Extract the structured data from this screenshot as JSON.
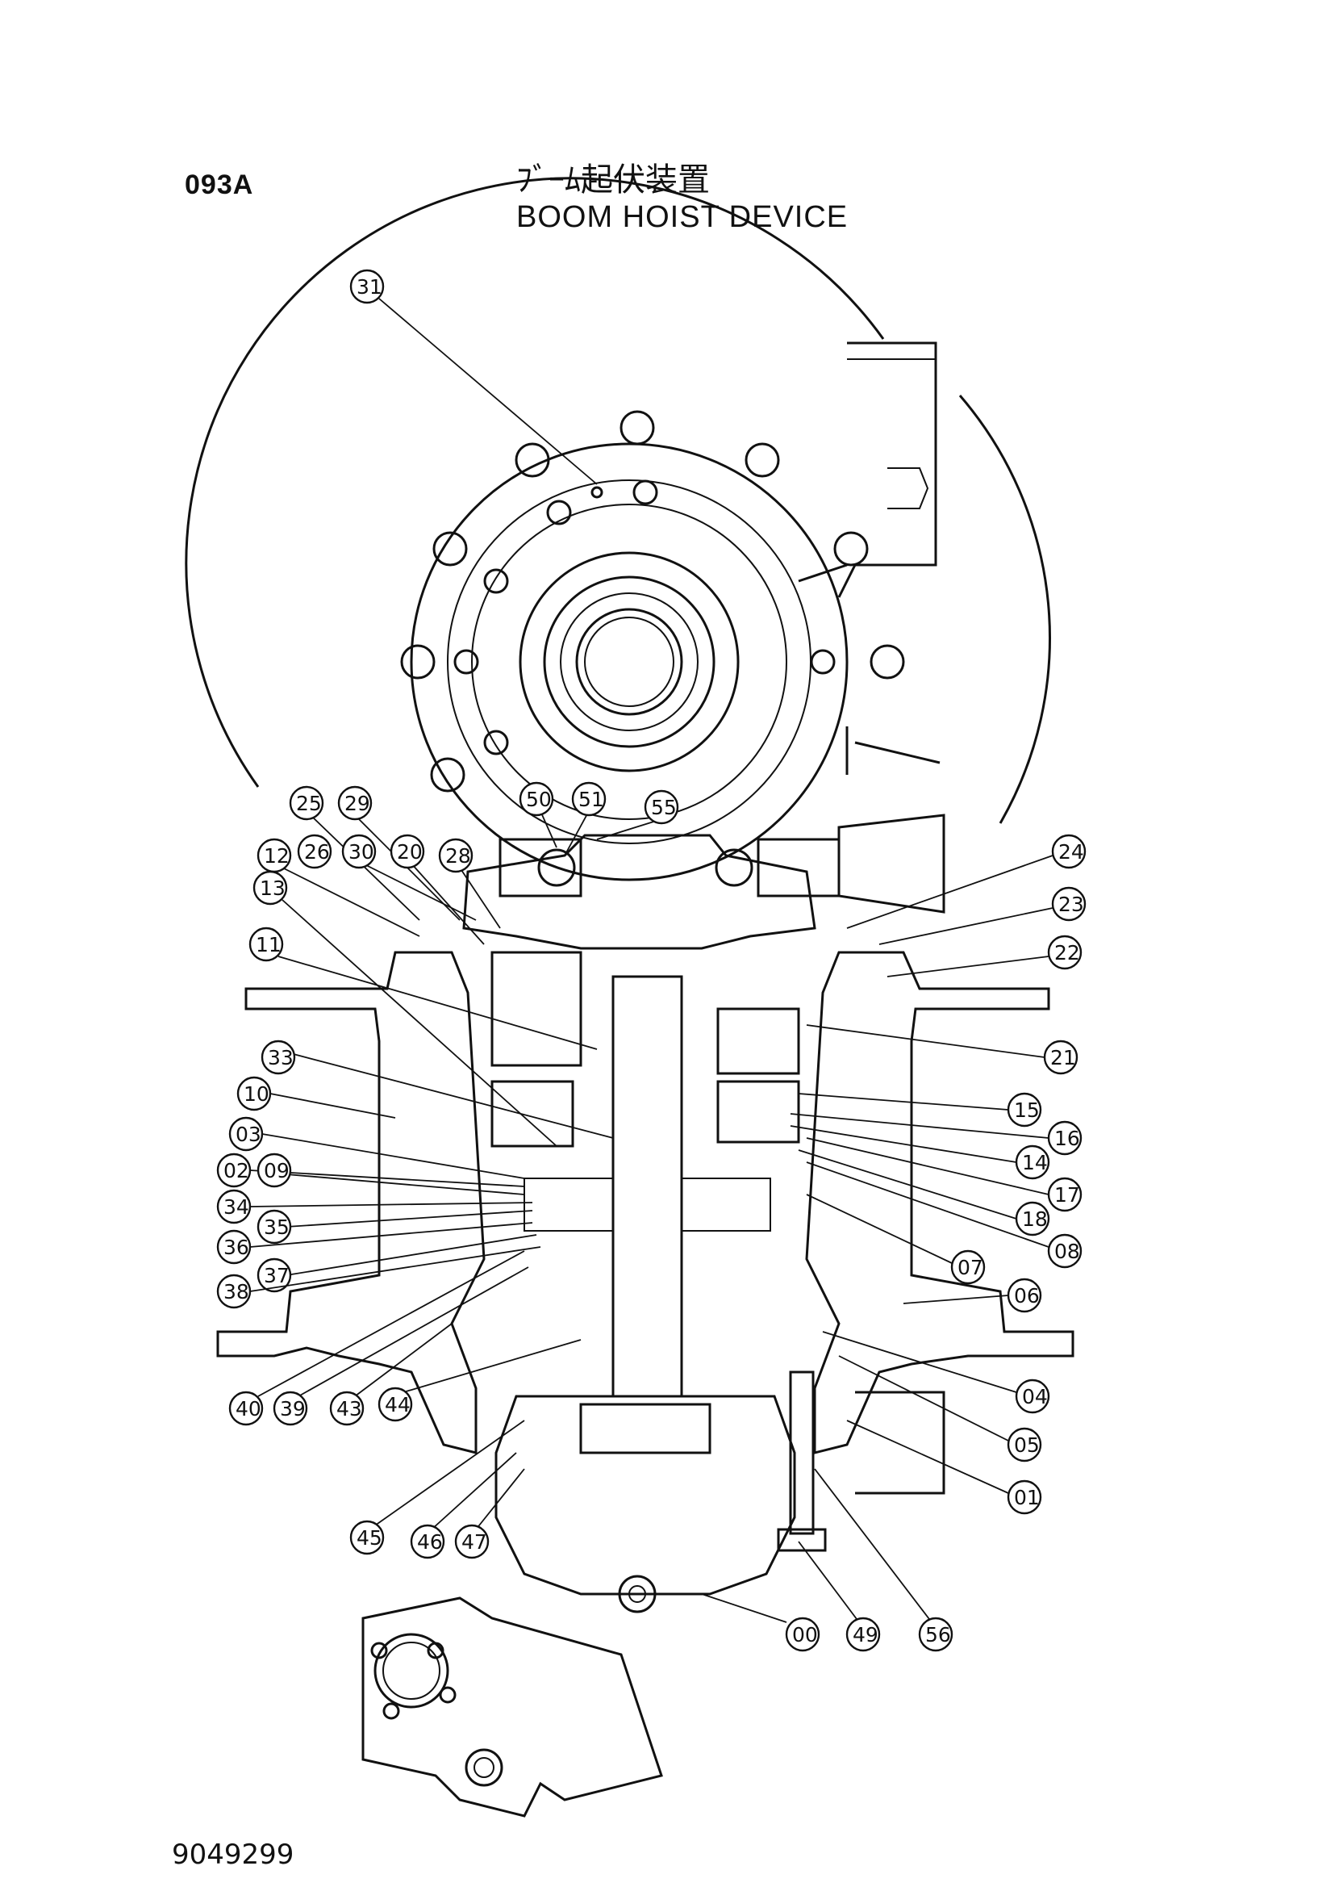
{
  "header": {
    "page_code": "093A",
    "title_jp": "ﾌﾞｰﾑ起伏装置",
    "title_en": "BOOM HOIST DEVICE"
  },
  "footer": {
    "doc_number": "9049299"
  },
  "callouts": [
    "31",
    "25",
    "29",
    "12",
    "26",
    "30",
    "20",
    "28",
    "50",
    "51",
    "55",
    "24",
    "23",
    "22",
    "21",
    "13",
    "11",
    "33",
    "10",
    "03",
    "02",
    "09",
    "34",
    "35",
    "36",
    "37",
    "38",
    "15",
    "16",
    "14",
    "17",
    "18",
    "08",
    "07",
    "06",
    "04",
    "05",
    "01",
    "40",
    "39",
    "43",
    "44",
    "45",
    "46",
    "47",
    "00",
    "49",
    "56"
  ]
}
